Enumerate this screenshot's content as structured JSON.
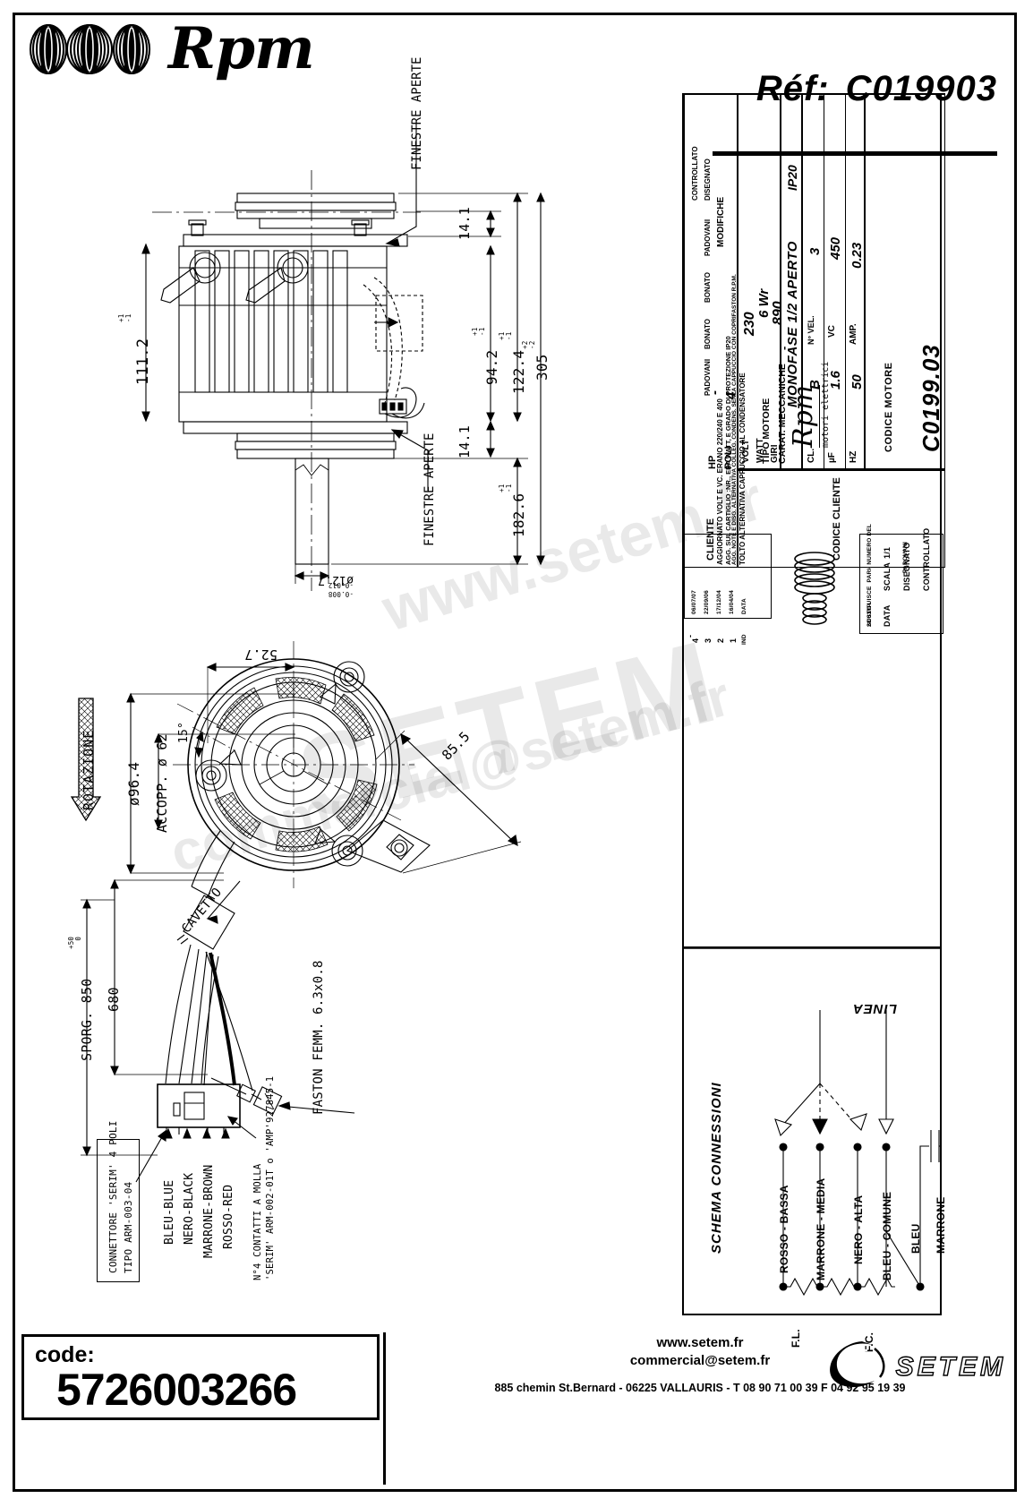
{
  "header": {
    "brand": "Rpm",
    "ref_label": "Réf:",
    "ref_value": "C019903"
  },
  "title_block": {
    "motor_code_label": "CODICE MOTORE",
    "motor_code_value": "C0199.03",
    "brand": "Rpm",
    "brand_sub": "motori elettrici",
    "type_label": "TIPO MOTORE",
    "type_value": "MONOFASE 1/2 APERTO",
    "mech_label": "CARAT. MECCANICHE",
    "mech_value": "-",
    "protection": "IP20",
    "electrical": [
      {
        "l1": "VOLT",
        "v1": "230",
        "l2": "HZ",
        "v2": "50",
        "l3": "AMP.",
        "v3": "0.23"
      },
      {
        "l1": "WATT",
        "v1": "6 Wr",
        "l2": "µF",
        "v2": "1.6",
        "l3": "VC",
        "v3": "450"
      },
      {
        "l1": "GIRI",
        "v1": "890",
        "l2": "CL.",
        "v2": "B",
        "l3": "N° VEL.",
        "v3": "3"
      }
    ],
    "hp_row": {
      "label": "HP",
      "value": "-",
      "poli_label": "POLI",
      "poli_value": "4"
    },
    "client_label": "CLIENTE",
    "client_code_label": "CODICE CLIENTE",
    "modifications_title": "MODIFICHE",
    "modifications": [
      {
        "ind": "4",
        "date": "06/07/07",
        "text": "TOLTO ALTERNATIVA CAPPUCCIO AL CONDENSATORE",
        "by": "PADOVANI"
      },
      {
        "ind": "3",
        "date": "22/09/06",
        "text": "AGG. NOTE E DISG. ALTERNATIVA COLLEG. CONDENS. SENZA CAPPUCCIO CON COPRIFASTON R.P.M.",
        "by": "BONATO"
      },
      {
        "ind": "2",
        "date": "17/12/04",
        "text": "AGG. SUL CARTIGLIO :NR., ERA WATT, E GRADO DI PROTEZIONE IP20",
        "by": "BONATO"
      },
      {
        "ind": "1",
        "date": "16/04/04",
        "text": "AGGIORNATO VOLT E VC. ERANO 220/240 E 400",
        "by": "PADOVANI"
      }
    ],
    "col_headers": {
      "ind": "IND",
      "date": "DATA",
      "drawn": "DISEGNATO",
      "checked": "CONTROLLATO"
    },
    "substitutes_label": "SOSTITUISCE  PARI  NUMERO DEL",
    "substitutes_value": "-",
    "scale_label": "SCALA",
    "scale_value": "1/1",
    "date_label": "DATA",
    "date_value": "28/01/04",
    "drawn_label": "DISEGNATO",
    "drawn_value": "PADOVANI",
    "checked_label": "CONTROLLATO",
    "checked_value": ""
  },
  "wiring": {
    "title": "SCHEMA CONNESSIONI",
    "line_label": "LINEA",
    "taps": [
      "ROSSO - BASSA",
      "MARRONE - MEDIA",
      "NERO - ALTA",
      "BLEU - COMUNE"
    ],
    "cap_wires": [
      "BLEU",
      "MARRONE"
    ],
    "fl_label": "F.L.",
    "fc_label": "F.C."
  },
  "views": {
    "side": {
      "dims": {
        "height_total": "111.2",
        "tol_pm1_a": "+1\n-1",
        "window_top": "14.1",
        "window_bottom": "14.1",
        "d_94_2": "94.2",
        "d_122_4": "122.4",
        "d_305": "305",
        "tol_305": "+2\n-2",
        "d_182_6": "182.6",
        "shaft_dia": "ø12.7",
        "shaft_tol_up": "-0.008",
        "shaft_tol_dn": "-0.012"
      },
      "notes": [
        "FINESTRE APERTE",
        "FINESTRE APERTE"
      ]
    },
    "front": {
      "rotation_label": "ROTAZIONE",
      "dia_outer": "ø96.4",
      "coupling": "ACCOPP. ø 62",
      "angle": "15°",
      "d_52_7": "52.7",
      "d_85_5": "85.5"
    },
    "cable": {
      "cavetto_label": "CAVETTO",
      "len_680": "680",
      "sporg_label": "SPORG. 850",
      "sporg_tol": "+50\n0",
      "faston_label": "FASTON FEMM. 6.3x0.8",
      "connector_note": "CONNETTORE 'SERIM' 4 POLI\nTIPO ARM-003-04",
      "contacts_note": "N°4 CONTATTI A MOLLA\n'SERIM' ARM-002-01T o 'AMP'927845-1",
      "wire_labels": [
        "BLEU-BLUE",
        "NERO-BLACK",
        "MARRONE-BROWN",
        "ROSSO-RED"
      ]
    }
  },
  "watermarks": [
    "www.setem.fr",
    "SETEM",
    "commercial@setem.fr"
  ],
  "footer": {
    "code_label": "code:",
    "code_value": "5726003266",
    "website": "www.setem.fr",
    "email": "commercial@setem.fr",
    "address": "885 chemin St.Bernard  -   06225 VALLAURIS  -  T 08 90 71 00 39   F 04 92 95 19 39",
    "logo_text": "SETEM"
  }
}
